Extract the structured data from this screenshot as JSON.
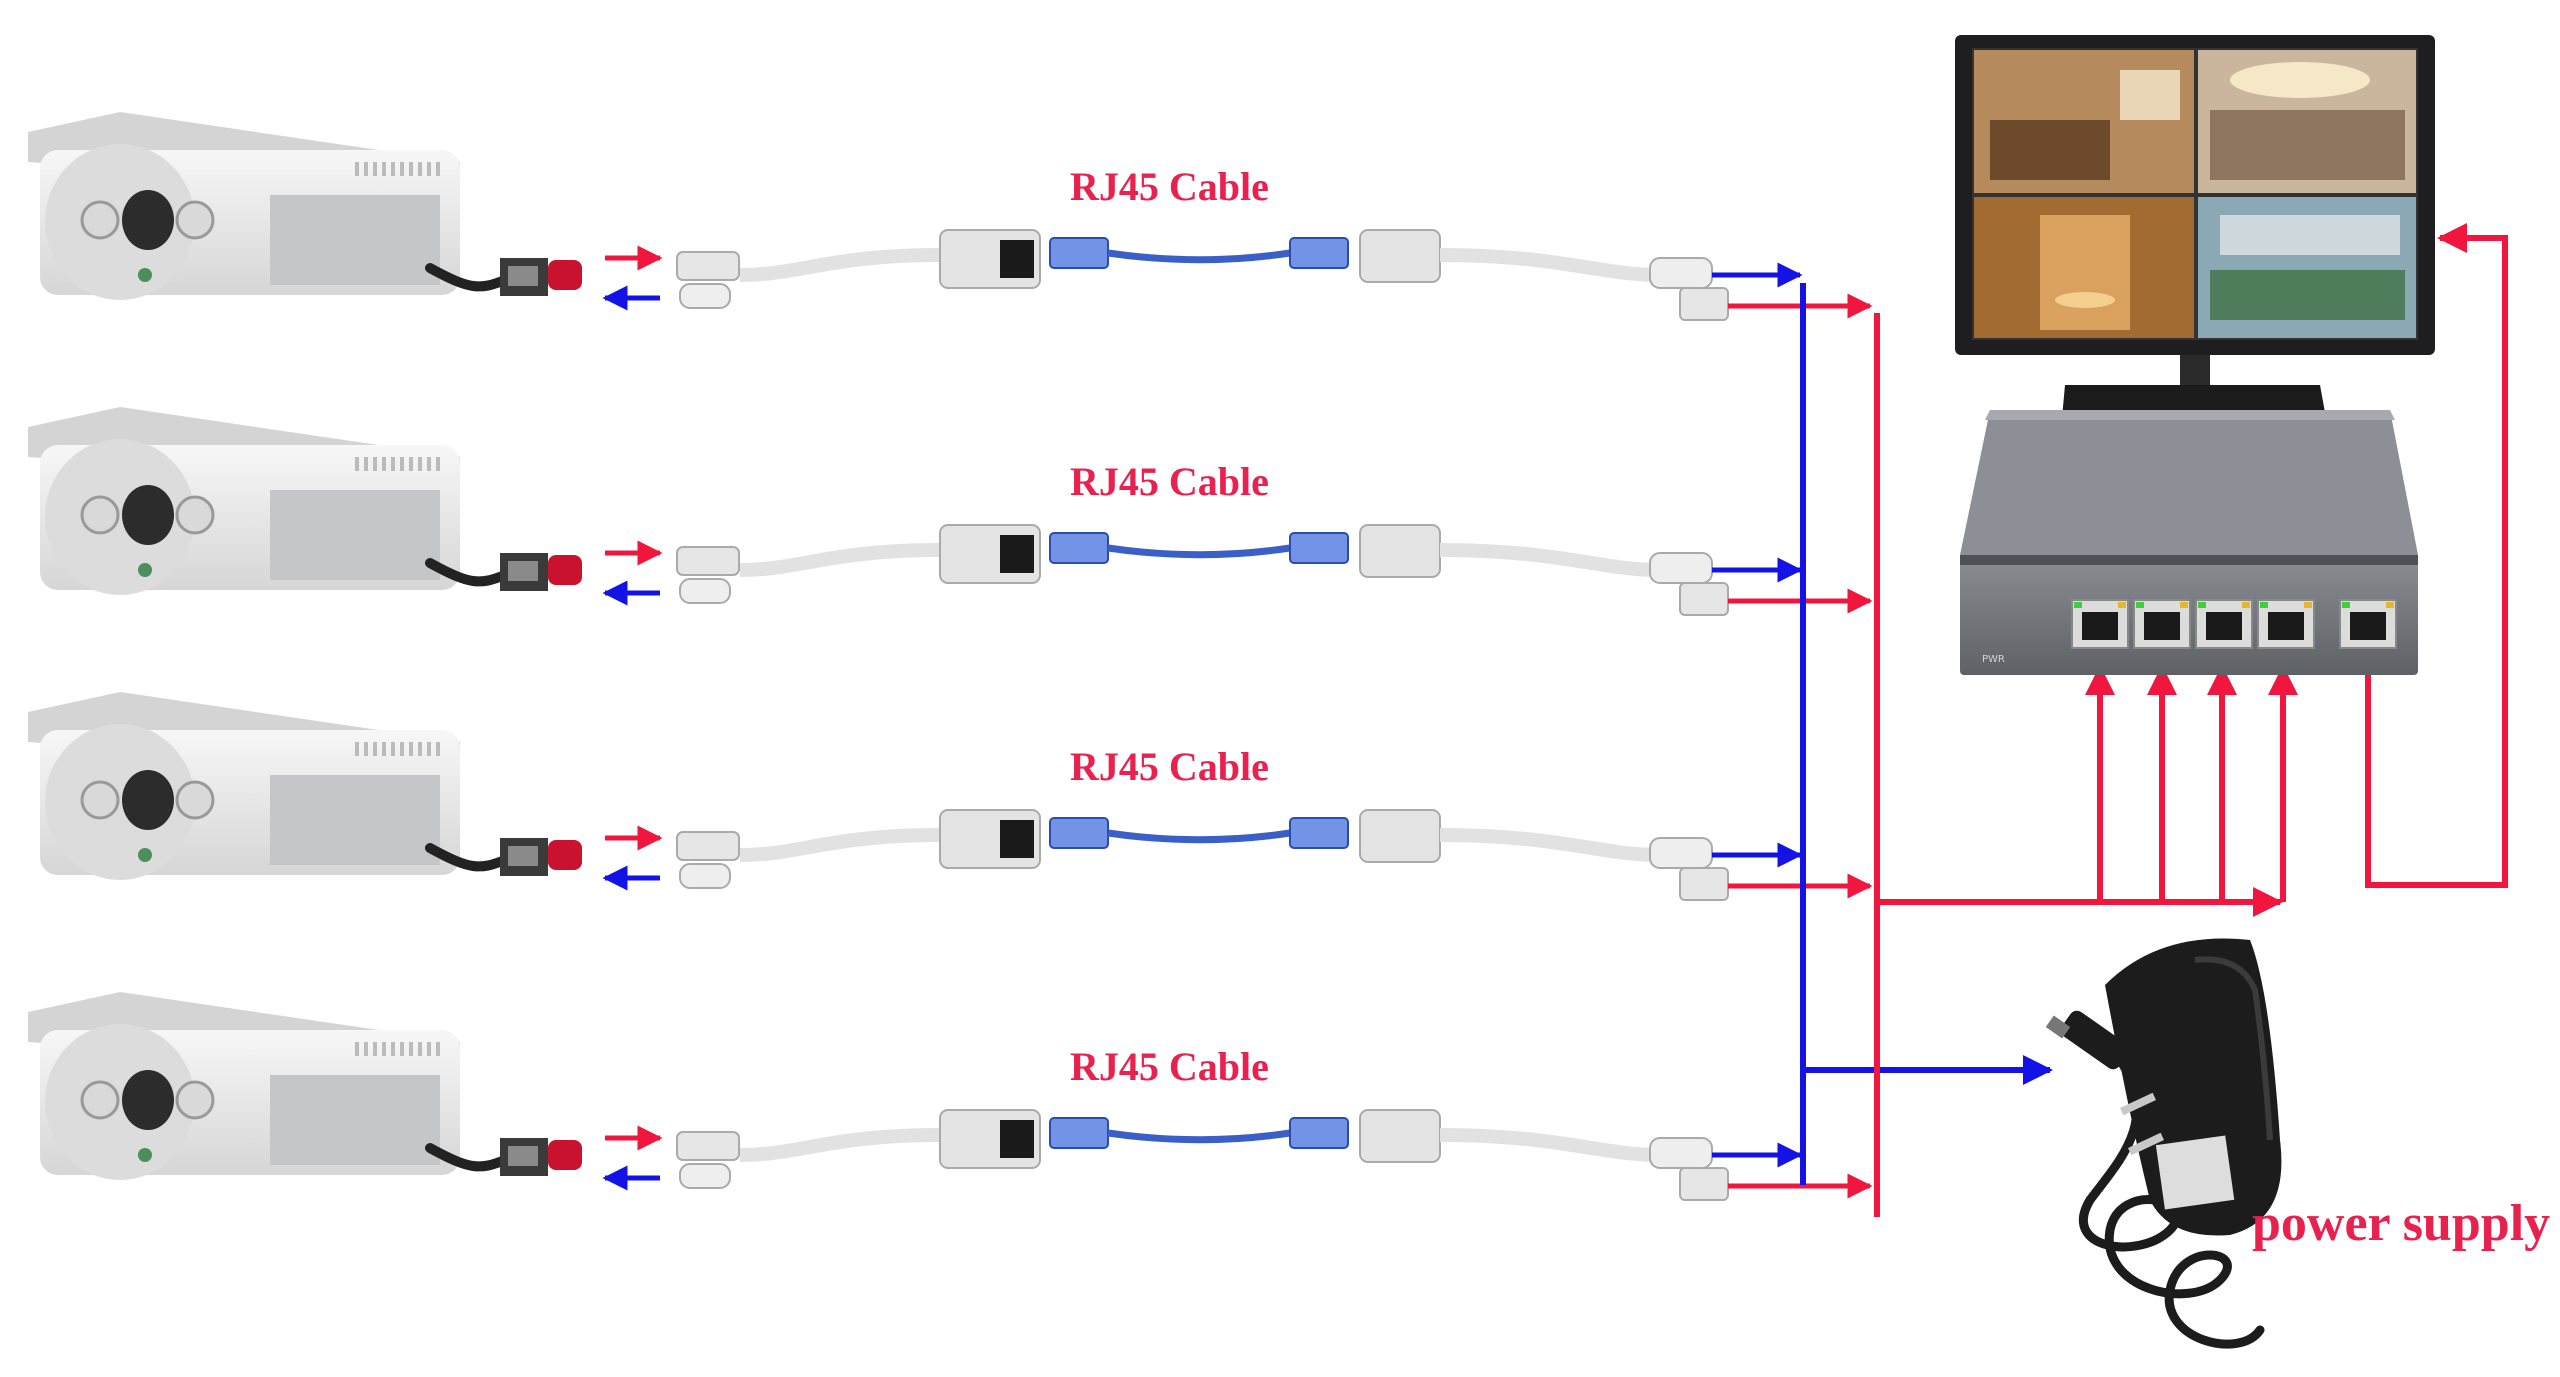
{
  "labels": {
    "cable": "RJ45  Cable",
    "power_supply": "power supply"
  },
  "colors": {
    "data_red": "#f0163e",
    "power_blue": "#1313e6",
    "label_red": "#e8214f",
    "camera_body": "#eeeeee",
    "switch_body": "#6f7378",
    "cable_blue": "#3a5fc8",
    "adapter_body": "#1c1c1c"
  },
  "rows": [
    {
      "cable_label": "RJ45  Cable"
    },
    {
      "cable_label": "RJ45  Cable"
    },
    {
      "cable_label": "RJ45  Cable"
    },
    {
      "cable_label": "RJ45  Cable"
    }
  ],
  "icons": {
    "camera": "bullet-camera-icon",
    "monitor": "monitor-icon",
    "switch": "poe-switch-icon",
    "adapter": "power-adapter-icon"
  }
}
